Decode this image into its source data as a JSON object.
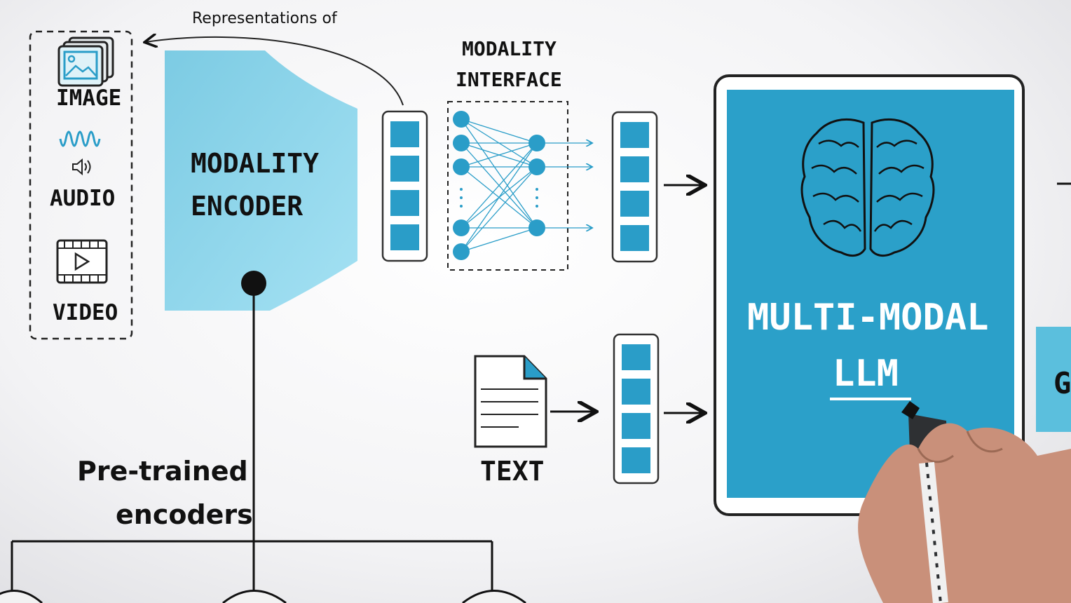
{
  "annotation": {
    "representations_of": "Representations of"
  },
  "inputs": {
    "image": "IMAGE",
    "audio": "AUDIO",
    "video": "VIDEO"
  },
  "encoder": {
    "line1": "MODALITY",
    "line2": "ENCODER"
  },
  "interface": {
    "line1": "MODALITY",
    "line2": "INTERFACE"
  },
  "text_input": {
    "label": "TEXT"
  },
  "llm": {
    "line1": "MULTI-MODAL",
    "line2": "LLM"
  },
  "pretrained": {
    "line1": "Pre-trained",
    "line2": "encoders"
  },
  "cutoff_label": "G",
  "colors": {
    "accent": "#2a9dc8",
    "encoder_fill": "#8fd8ef",
    "llm_fill": "#2ba0c9",
    "ink": "#111111"
  }
}
